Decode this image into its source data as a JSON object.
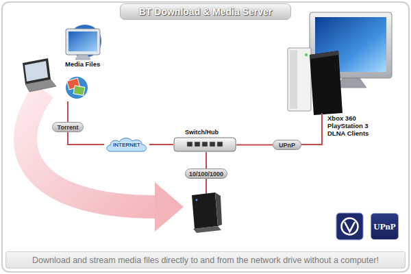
{
  "diagram": {
    "title": "BT Download & Media Server",
    "caption": "Download and stream media files directly to and from the network drive without a computer!",
    "nodes": [
      {
        "text": [
          "Media Files"
        ]
      },
      {
        "text": [
          "Xbox 360 PlayStation 3 DLNA Clients"
        ]
      },
      {
        "text": [
          "Torrent"
        ]
      },
      {
        "text": [
          "INTERNET"
        ]
      },
      {
        "text": [
          "Switch/Hub"
        ]
      },
      {
        "text": [
          "UPnP"
        ]
      },
      {
        "text": [
          "10/100/1000"
        ]
      },
      {
        "text": [
          "UPnP"
        ]
      }
    ],
    "edges": [
      {
        "from": 0,
        "to": 2,
        "arrow": "none"
      },
      {
        "from": 2,
        "to": 3,
        "arrow": "none"
      },
      {
        "from": 3,
        "to": 4,
        "arrow": "none"
      },
      {
        "from": 4,
        "to": 5,
        "arrow": "none"
      },
      {
        "from": 5,
        "to": 1,
        "arrow": "none"
      },
      {
        "from": 4,
        "to": 6,
        "arrow": "none"
      }
    ]
  }
}
